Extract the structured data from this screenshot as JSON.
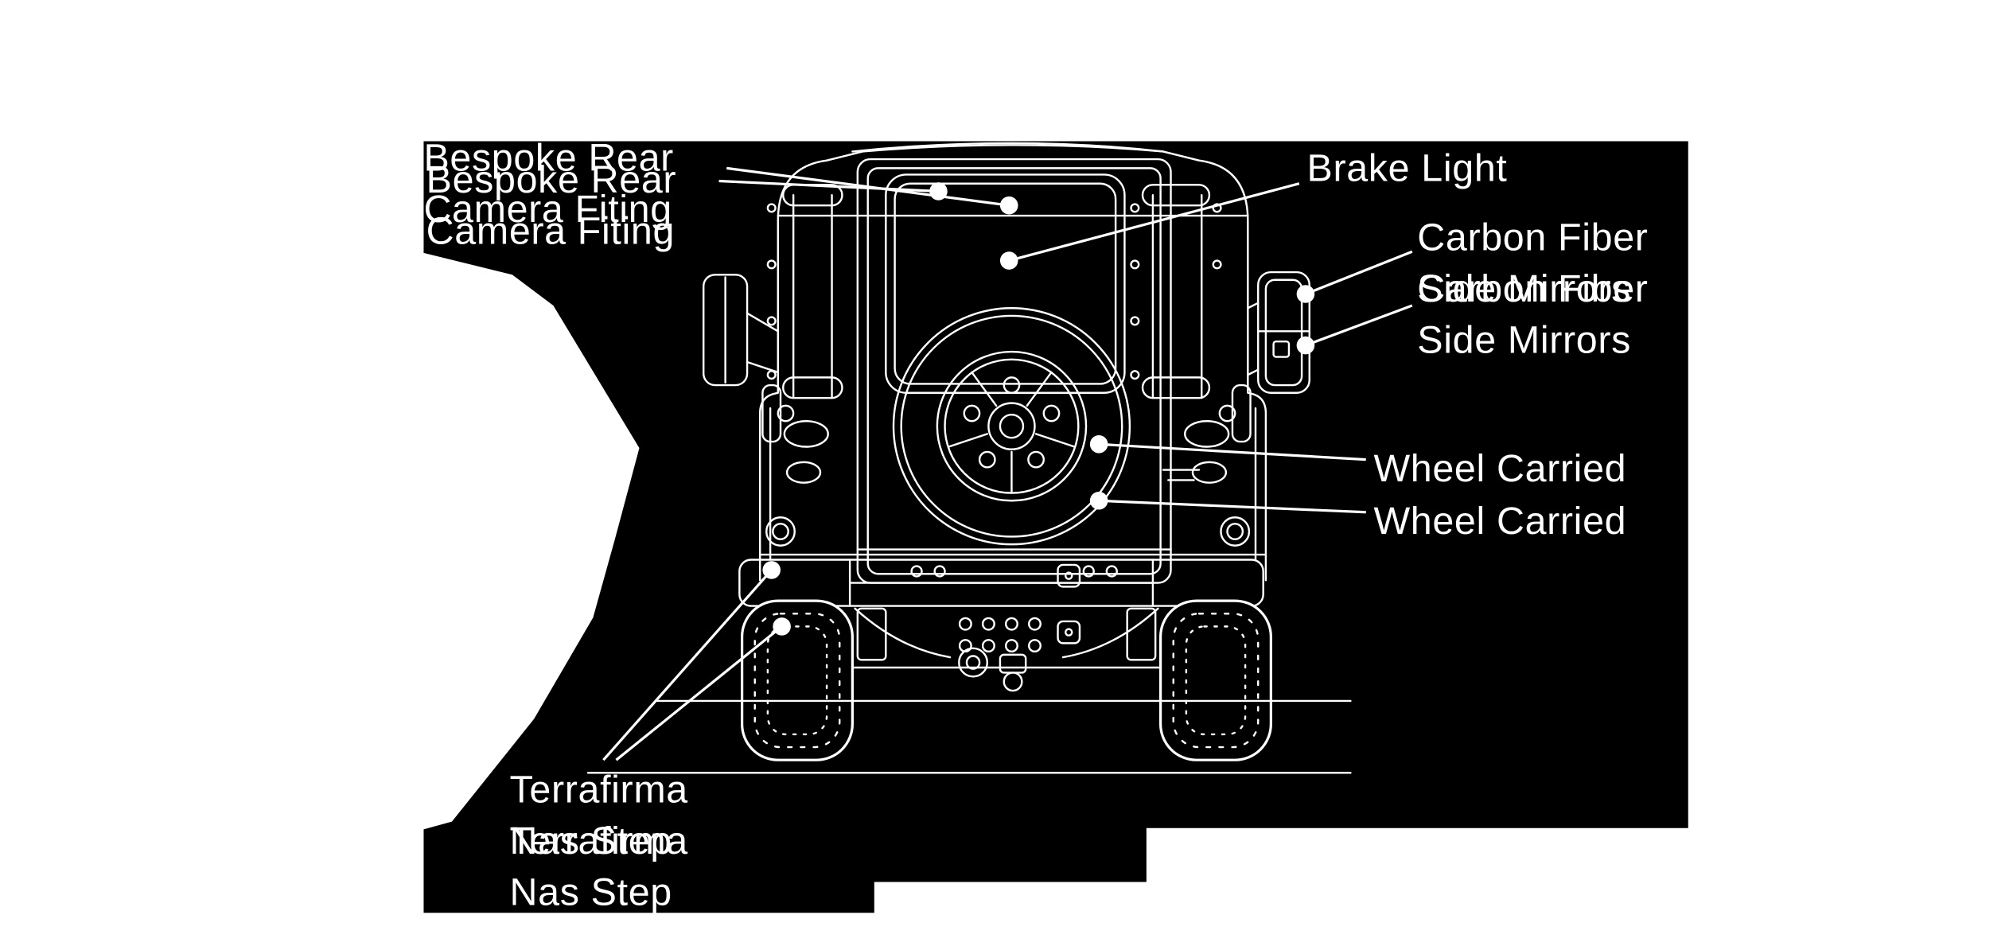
{
  "colors": {
    "canvas": "#ffffff",
    "blueprint_background": "#000000",
    "line_art": "#ffffff",
    "label_text": "#ffffff"
  },
  "callouts": {
    "bespoke_rear_camera": {
      "line1": "Bespoke Rear",
      "line2": "Camera Fiting"
    },
    "brake_light": {
      "line1": "Brake Light"
    },
    "carbon_fiber_mirrors": {
      "line1": "Carbon Fiber",
      "line2": "Side Mirrors"
    },
    "wheel_carried": {
      "line1": "Wheel Carried"
    },
    "terrafirma_step": {
      "line1": "Terrafirma",
      "line2": "Nas Step"
    }
  }
}
